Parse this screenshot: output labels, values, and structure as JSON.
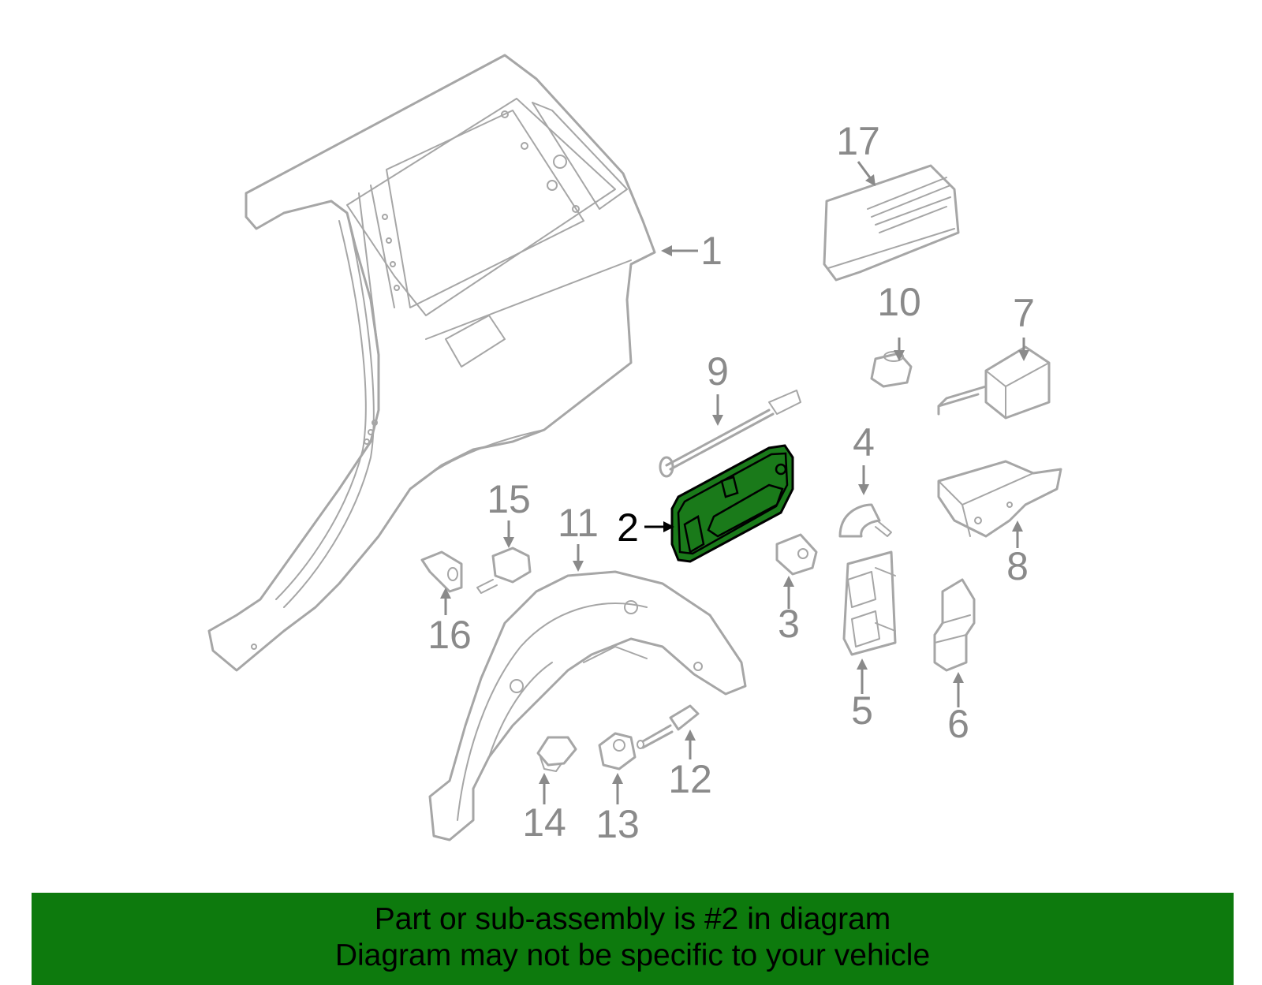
{
  "diagram": {
    "callouts": [
      {
        "num": "1",
        "highlighted": false
      },
      {
        "num": "2",
        "highlighted": true
      },
      {
        "num": "3",
        "highlighted": false
      },
      {
        "num": "4",
        "highlighted": false
      },
      {
        "num": "5",
        "highlighted": false
      },
      {
        "num": "6",
        "highlighted": false
      },
      {
        "num": "7",
        "highlighted": false
      },
      {
        "num": "8",
        "highlighted": false
      },
      {
        "num": "9",
        "highlighted": false
      },
      {
        "num": "10",
        "highlighted": false
      },
      {
        "num": "11",
        "highlighted": false
      },
      {
        "num": "12",
        "highlighted": false
      },
      {
        "num": "13",
        "highlighted": false
      },
      {
        "num": "14",
        "highlighted": false
      },
      {
        "num": "15",
        "highlighted": false
      },
      {
        "num": "16",
        "highlighted": false
      },
      {
        "num": "17",
        "highlighted": false
      }
    ],
    "highlight_color": "#1a7a1a"
  },
  "banner": {
    "line1": "Part or sub-assembly is #2 in diagram",
    "line2": "Diagram may not be specific to your vehicle",
    "background": "#0d7a0d"
  }
}
